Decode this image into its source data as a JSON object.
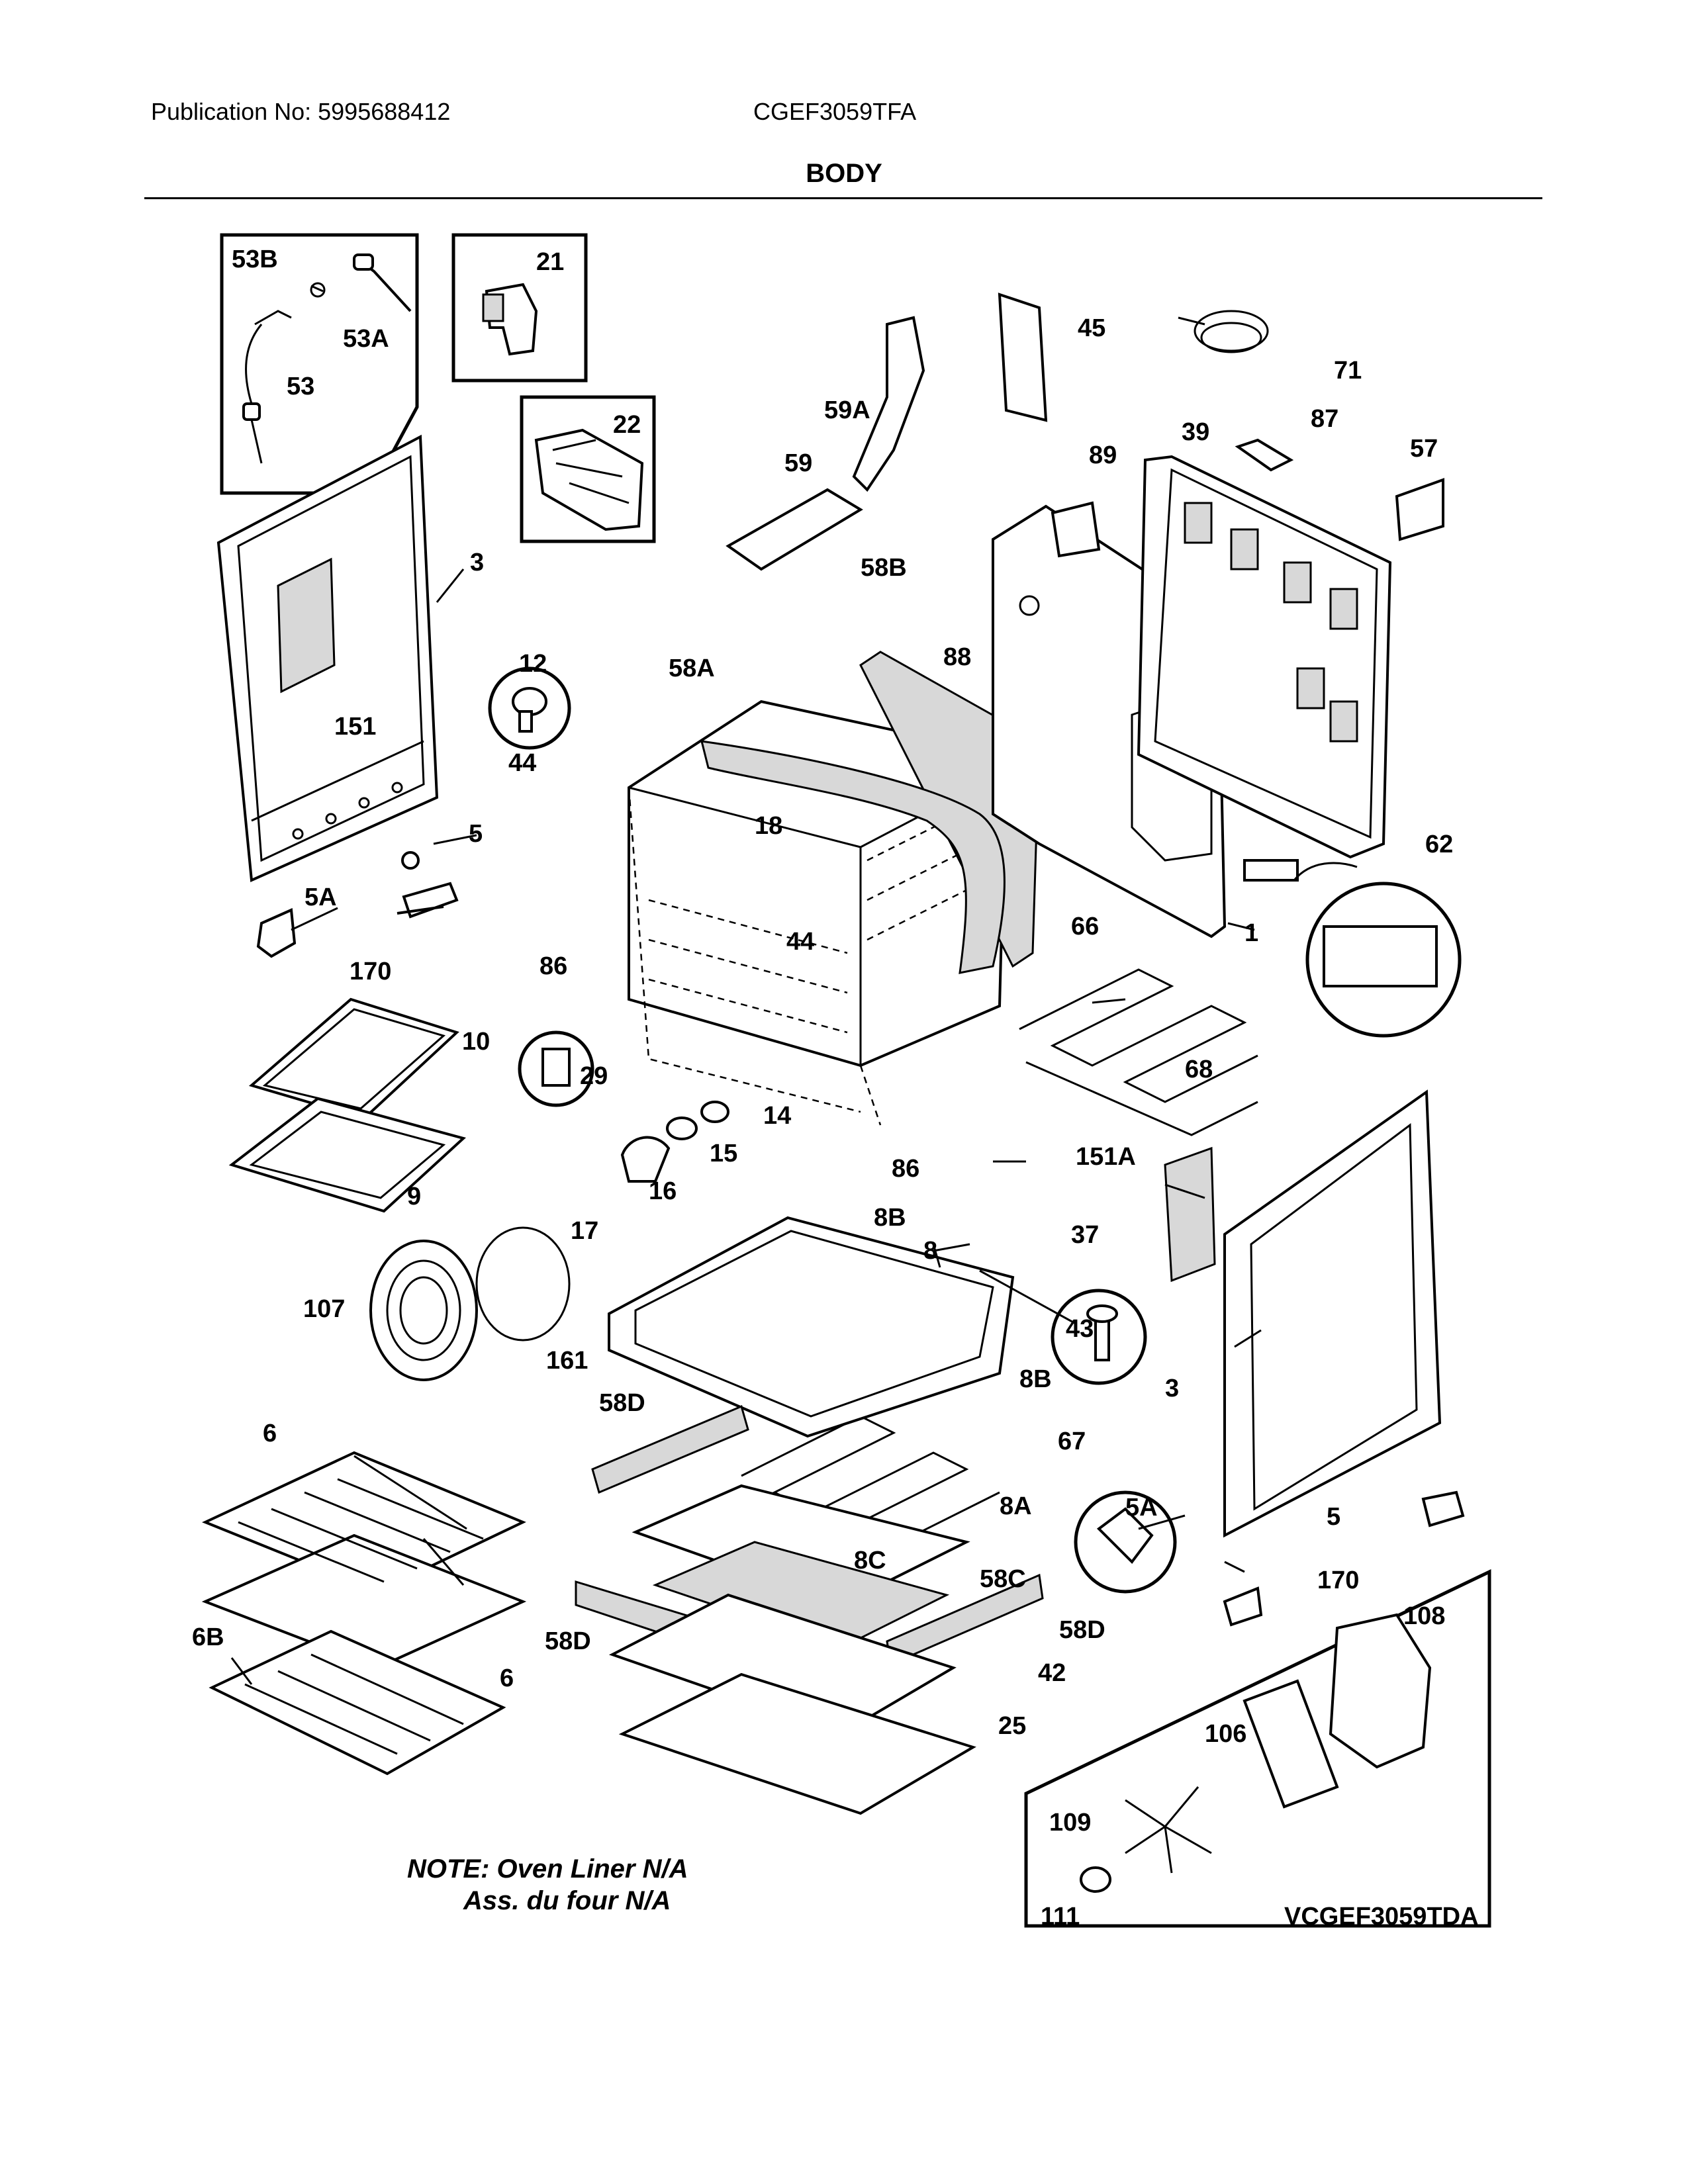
{
  "header": {
    "publication": "Publication No: 5995688412",
    "model": "CGEF3059TFA",
    "section_title": "BODY"
  },
  "callouts": {
    "c1": "1",
    "c3a": "3",
    "c3b": "3",
    "c5a": "5",
    "c5b": "5",
    "c5Aa": "5A",
    "c5Ab": "5A",
    "c6a": "6",
    "c6b": "6",
    "c6B": "6B",
    "c8": "8",
    "c8A": "8A",
    "c8Ba": "8B",
    "c8Bb": "8B",
    "c8C": "8C",
    "c9": "9",
    "c10": "10",
    "c12": "12",
    "c14": "14",
    "c15": "15",
    "c16": "16",
    "c17": "17",
    "c18": "18",
    "c21": "21",
    "c22": "22",
    "c25": "25",
    "c29": "29",
    "c37": "37",
    "c39": "39",
    "c42": "42",
    "c43": "43",
    "c44a": "44",
    "c44b": "44",
    "c45": "45",
    "c53": "53",
    "c53A": "53A",
    "c53B": "53B",
    "c57": "57",
    "c58A": "58A",
    "c58B": "58B",
    "c58C": "58C",
    "c58Da": "58D",
    "c58Db": "58D",
    "c58Dc": "58D",
    "c59": "59",
    "c59A": "59A",
    "c62": "62",
    "c66": "66",
    "c67": "67",
    "c68": "68",
    "c71": "71",
    "c86a": "86",
    "c86b": "86",
    "c87": "87",
    "c88": "88",
    "c89": "89",
    "c106": "106",
    "c107": "107",
    "c108": "108",
    "c109": "109",
    "c111": "111",
    "c151": "151",
    "c151A": "151A",
    "c161": "161",
    "c170a": "170",
    "c170b": "170"
  },
  "notes": {
    "line1": "NOTE: Oven Liner N/A",
    "line2": "Ass. du four N/A"
  },
  "variant_box_label": "VCGEF3059TDA"
}
